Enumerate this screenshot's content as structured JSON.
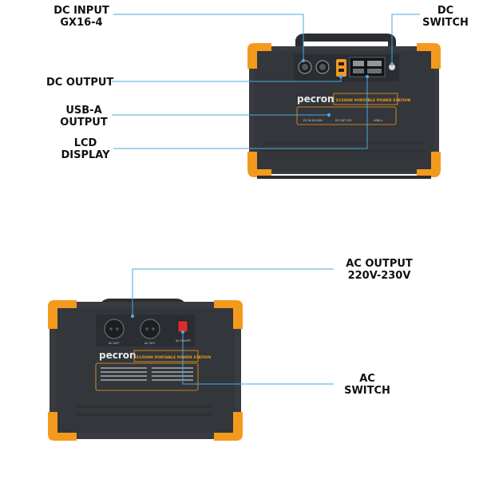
{
  "colors": {
    "accent_line": "#4aa8e0",
    "orange": "#f39a1e",
    "body": "#35383c",
    "panel": "#2a2d31"
  },
  "top_unit": {
    "callouts": {
      "dc_input": "DC INPUT\nGX16-4",
      "dc_switch": "DC\nSWITCH",
      "dc_output": "DC OUTPUT",
      "usb_a_output": "USB-A\nOUTPUT",
      "lcd_display": "LCD\nDISPLAY"
    },
    "brand": "pecron",
    "model_banner": "E1500W PORTABLE POWER STATION",
    "port_labels": [
      "DC IN 12V-60V",
      "DC OUT 12V",
      "USB-A"
    ]
  },
  "bottom_unit": {
    "callouts": {
      "ac_output": "AC OUTPUT\n220V-230V",
      "ac_switch": "AC\nSWITCH"
    },
    "brand": "pecron",
    "model_banner": "E1500W PORTABLE POWER STATION",
    "socket_labels": [
      "AC OUT",
      "AC OUT"
    ],
    "switch_label": "AC ON/OFF"
  }
}
